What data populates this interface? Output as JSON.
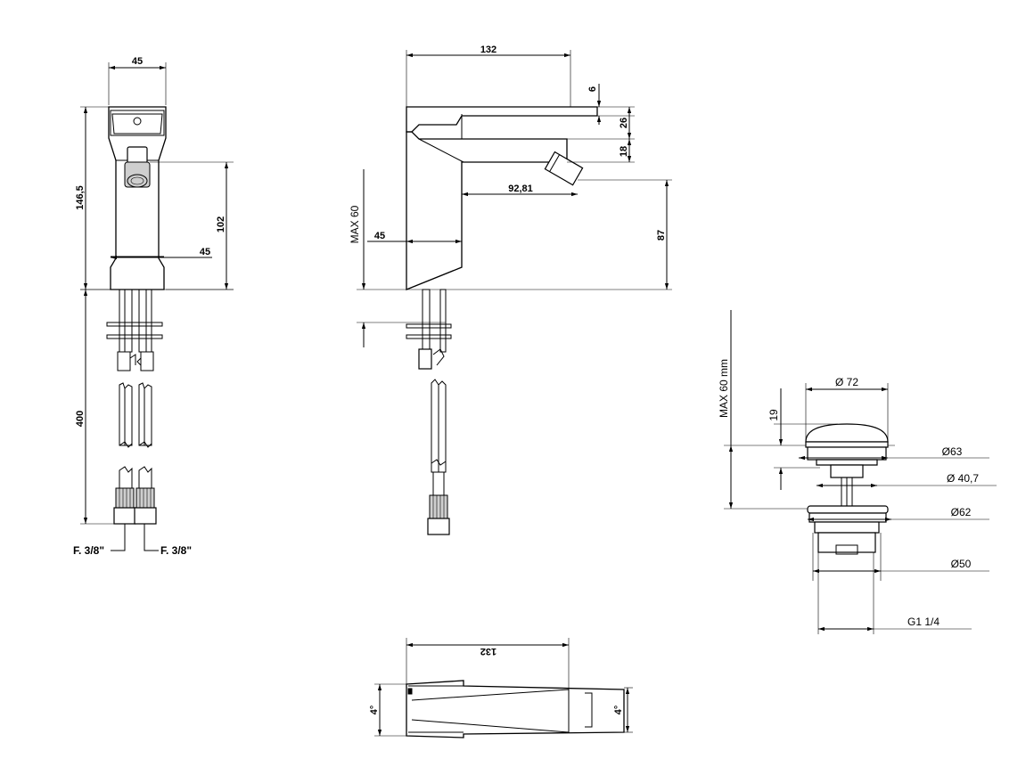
{
  "front_view": {
    "width_top": "45",
    "height": "146,5",
    "spout_height": "102",
    "inner_width": "45",
    "hose_length": "400",
    "conn_left": "F. 3/8\"",
    "conn_right": "F. 3/8\""
  },
  "side_view": {
    "length": "132",
    "lever_gap": "6",
    "lever_height": "26",
    "body_step": "18",
    "spout_reach": "92,81",
    "spout_height": "87",
    "max_thickness": "MAX 60",
    "body_width": "45"
  },
  "drain_view": {
    "max": "MAX 60 mm",
    "cap": "Ø 72",
    "height": "19",
    "d63": "Ø63",
    "d40": "Ø 40,7",
    "d62": "Ø62",
    "d50": "Ø50",
    "thread": "G1 1/4"
  },
  "top_view": {
    "length": "132",
    "angle_left": "4°",
    "angle_right": "4°"
  }
}
